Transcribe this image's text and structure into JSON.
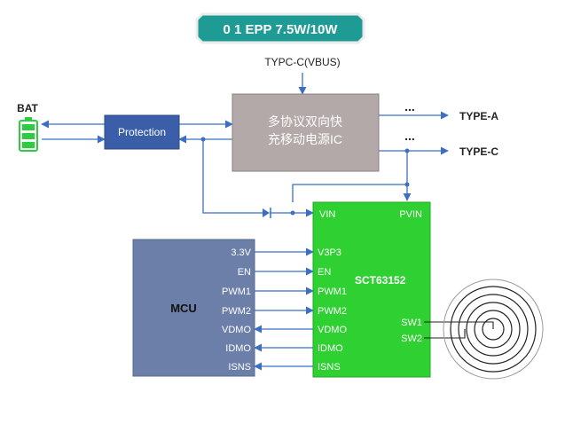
{
  "title_banner": {
    "text": "0 1 EPP 7.5W/10W"
  },
  "battery": {
    "label": "BAT",
    "level_bars": 3,
    "color": "#2ecc40"
  },
  "protection": {
    "label": "Protection",
    "color": "#3a5fa8"
  },
  "power_ic": {
    "line1": "多协议双向快",
    "line2": "充移动电源IC",
    "input_label": "TYPC-C(VBUS)"
  },
  "outputs": {
    "ellipsis_a": "...",
    "ellipsis_c": "...",
    "type_a": "TYPE-A",
    "type_c": "TYPE-C"
  },
  "mcu": {
    "name": "MCU",
    "pins": [
      "3.3V",
      "EN",
      "PWM1",
      "PWM2",
      "VDMO",
      "IDMO",
      "ISNS"
    ]
  },
  "sct": {
    "name": "SCT63152",
    "vin": "VIN",
    "pvin": "PVIN",
    "left_pins": [
      "V3P3",
      "EN",
      "PWM1",
      "PWM2",
      "VDMO",
      "IDMO",
      "ISNS"
    ],
    "sw1": "SW1",
    "sw2": "SW2"
  },
  "colors": {
    "banner": "#1f9b95",
    "ic_gray": "#b3a9a9",
    "mcu_blue": "#6b7fa8",
    "sct_green": "#2fd032",
    "line_blue": "#3b6fc4"
  }
}
